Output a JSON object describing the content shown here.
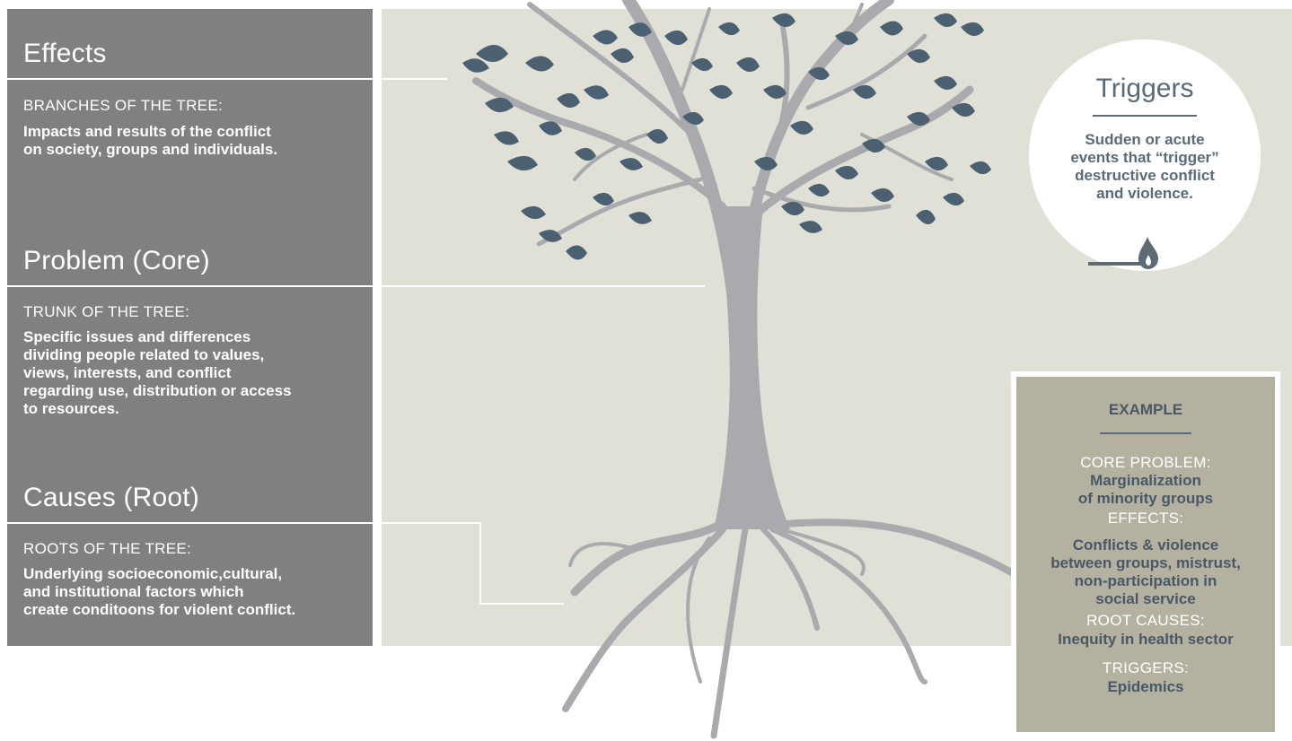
{
  "effects": {
    "title": "Effects",
    "subtitle": "BRANCHES OF THE TREE:",
    "description_lines": [
      "Impacts and results of the conflict",
      "on society, groups and individuals."
    ]
  },
  "problem": {
    "title": "Problem (Core)",
    "subtitle": "TRUNK OF THE TREE:",
    "description_lines": [
      "Specific issues and differences",
      "dividing people related to values,",
      "views, interests, and conflict",
      "regarding use, distribution or access",
      "to resources."
    ]
  },
  "causes": {
    "title": "Causes (Root)",
    "subtitle": "ROOTS OF THE TREE:",
    "description_lines": [
      "Underlying socioeconomic,cultural,",
      "and institutional factors which",
      "create conditoons for violent conflict."
    ]
  },
  "triggers": {
    "title": "Triggers",
    "description_lines": [
      "Sudden or acute",
      "events that “trigger”",
      "destructive conflict",
      "and violence."
    ],
    "icon": "match-flame-icon"
  },
  "example": {
    "title": "EXAMPLE",
    "core_label": "CORE PROBLEM:",
    "core_lines": [
      "Marginalization",
      "of minority groups"
    ],
    "effects_label": "EFFECTS:",
    "effects_lines": [
      "Conflicts & violence",
      "between groups, mistrust,",
      "non-participation in",
      "social service"
    ],
    "root_label": "ROOT CAUSES:",
    "root_lines": [
      "Inequity in health sector"
    ],
    "triggers_label": "TRIGGERS:",
    "triggers_lines": [
      "Epidemics"
    ]
  },
  "colors": {
    "left_panel": "#808080",
    "background_panel": "#e1e0d7",
    "tree": "#a9aaad",
    "leaves": "#4b6172",
    "example_box": "#b4b1a0",
    "accent_text": "#5a6b78"
  }
}
